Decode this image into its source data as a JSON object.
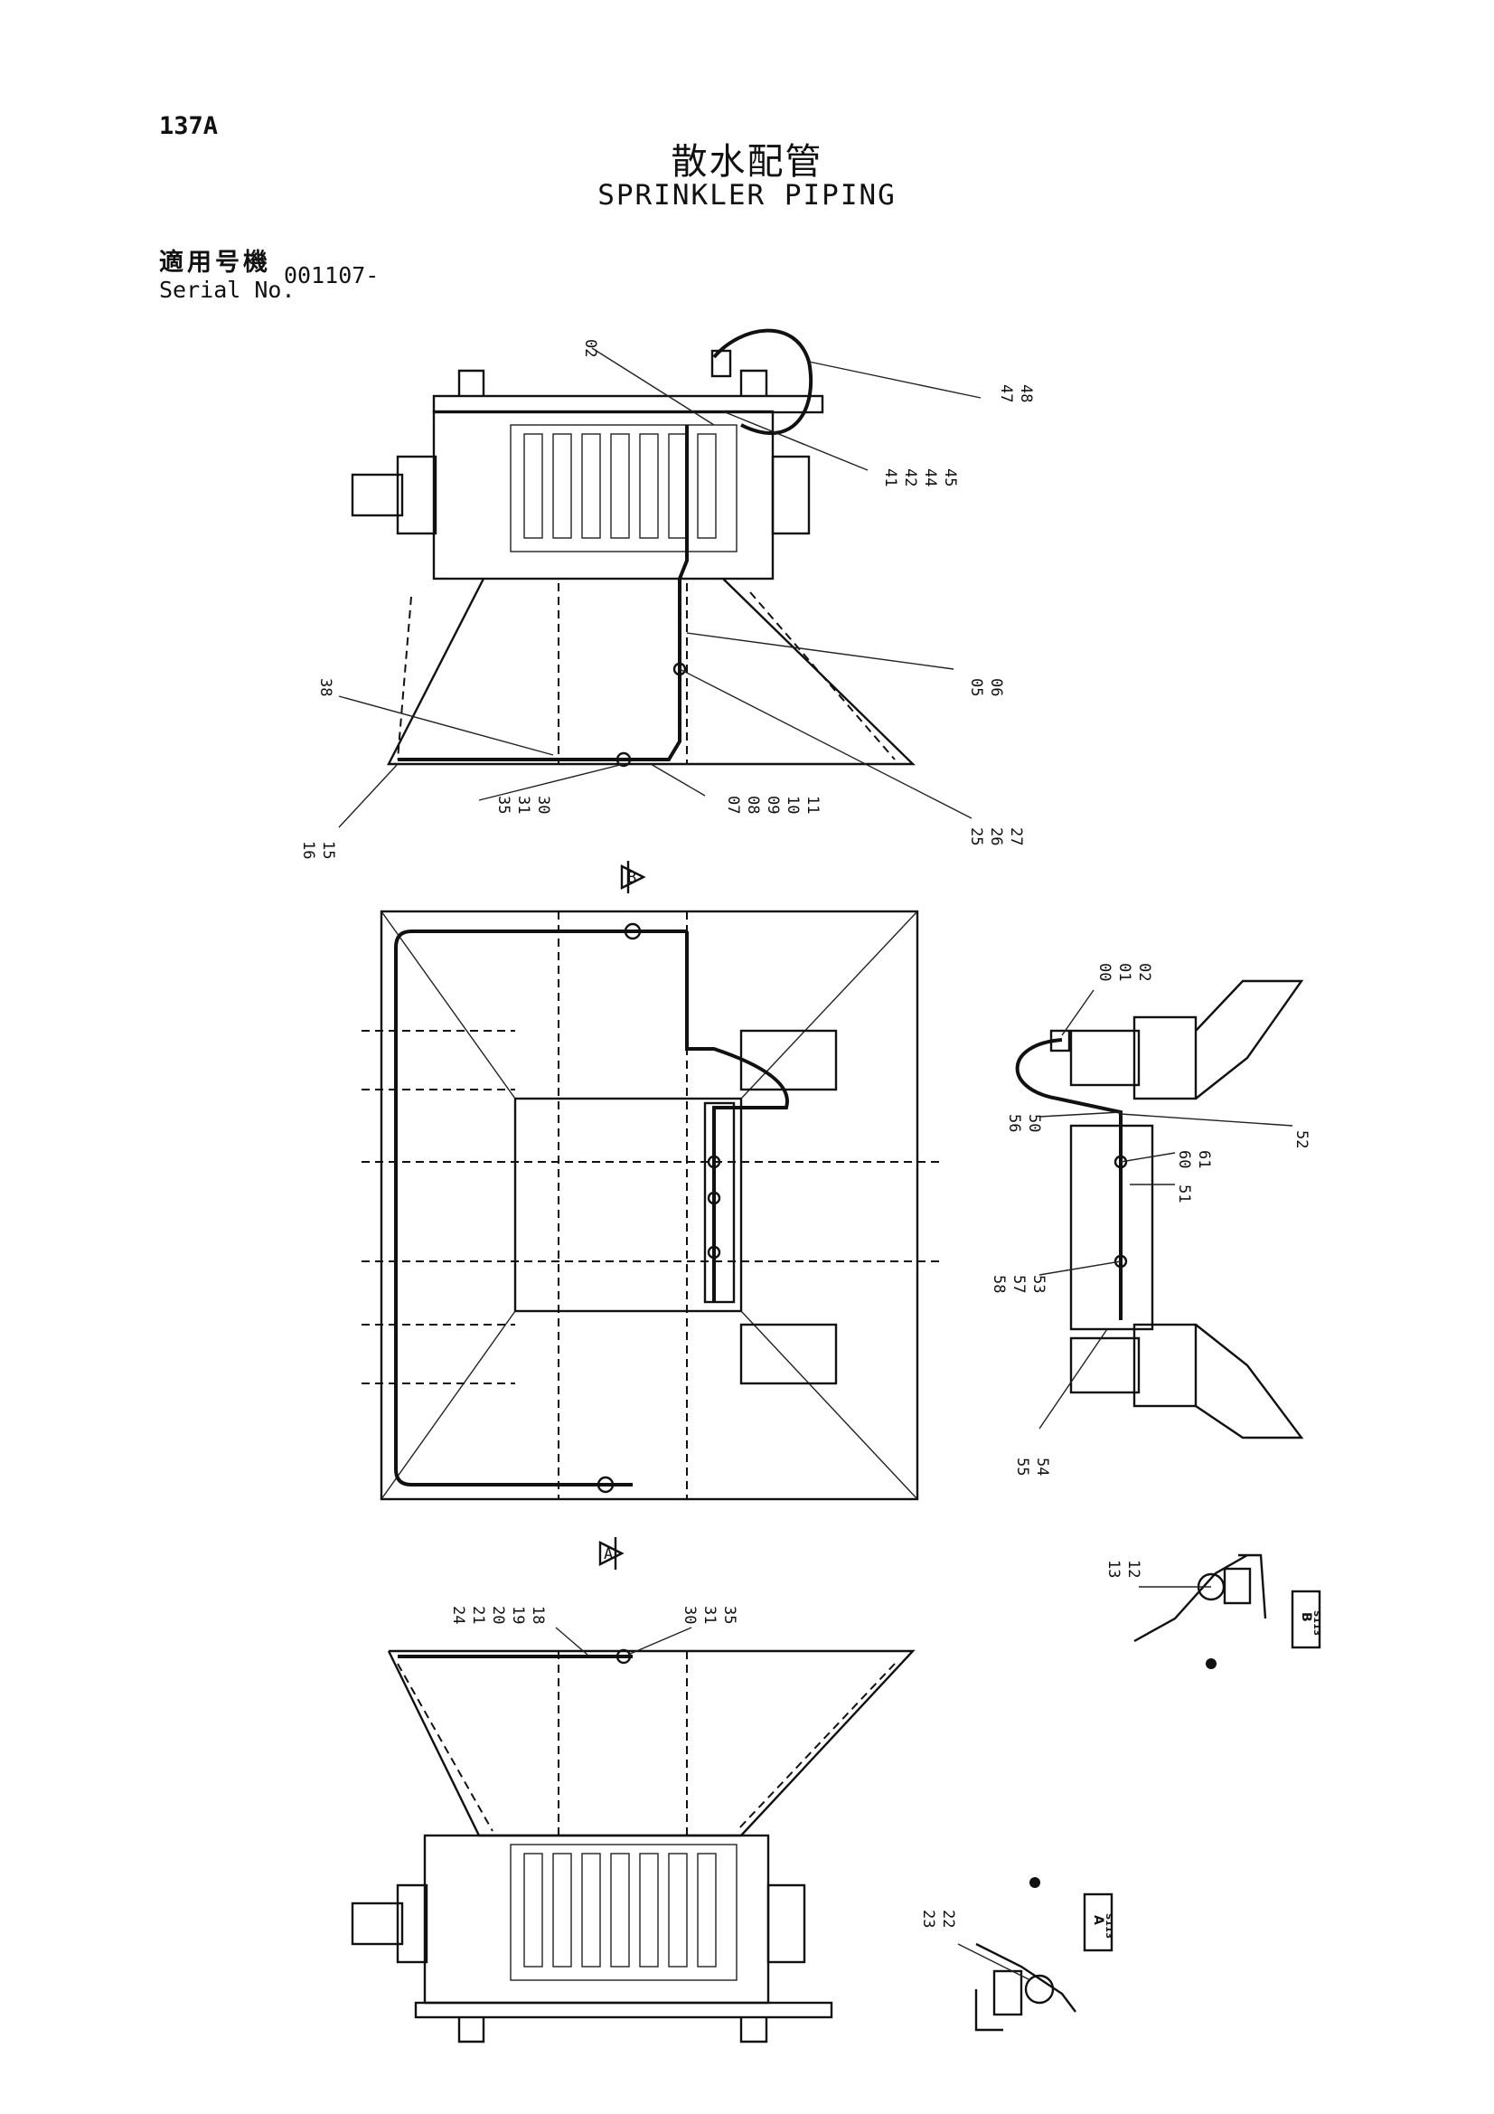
{
  "header": {
    "page_number": "137A",
    "title_jp": "散水配管",
    "title_en": "SPRINKLER PIPING",
    "serial_label_jp": "適用号機",
    "serial_label_en": "Serial No.",
    "serial_value": "001107-"
  },
  "view_markers": {
    "b": "B",
    "a": "A"
  },
  "section_boxes": {
    "b": {
      "label": "B",
      "ref": "S113"
    },
    "a": {
      "label": "A",
      "ref": "S113"
    }
  },
  "callouts": {
    "c02_top": "02",
    "c47": "47",
    "c48": "48",
    "c41": "41",
    "c42": "42",
    "c44": "44",
    "c45": "45",
    "c38": "38",
    "c05": "05",
    "c06": "06",
    "c35_top": "35",
    "c31_top": "31",
    "c30_top": "30",
    "c07": "07",
    "c08": "08",
    "c09": "09",
    "c10": "10",
    "c11": "11",
    "c16": "16",
    "c15": "15",
    "c25": "25",
    "c26": "26",
    "c27": "27",
    "c00": "00",
    "c01": "01",
    "c02_side": "02",
    "c56": "56",
    "c50": "50",
    "c52": "52",
    "c60": "60",
    "c61": "61",
    "c51": "51",
    "c58": "58",
    "c57": "57",
    "c53": "53",
    "c55": "55",
    "c54": "54",
    "c13": "13",
    "c12": "12",
    "c24": "24",
    "c21": "21",
    "c20": "20",
    "c19": "19",
    "c18": "18",
    "c30_bot": "30",
    "c31_bot": "31",
    "c35_bot": "35",
    "c23": "23",
    "c22": "22"
  }
}
